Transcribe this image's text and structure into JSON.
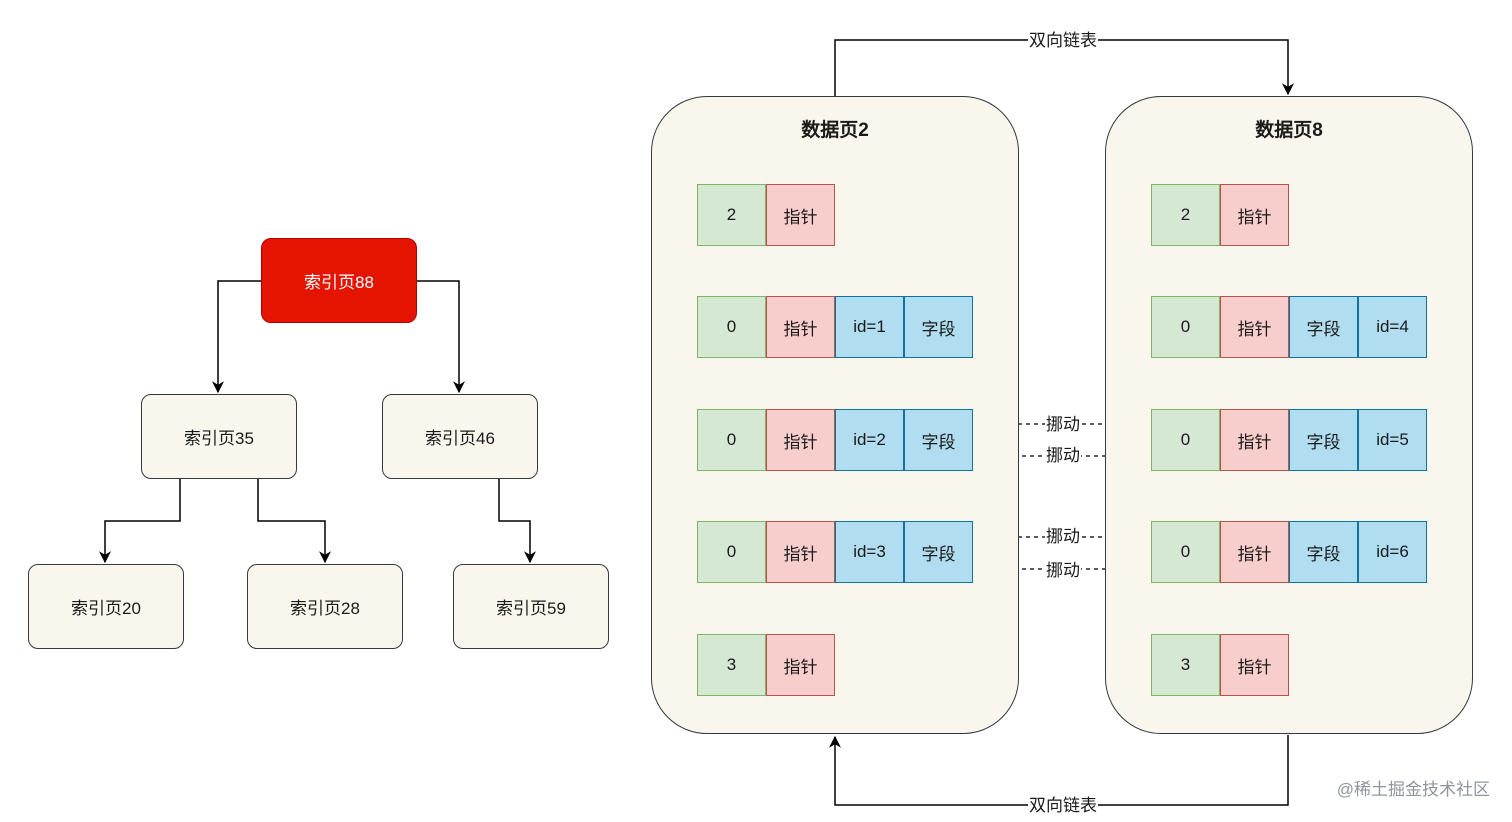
{
  "index_tree": {
    "root": "索引页88",
    "level1": [
      "索引页35",
      "索引页46"
    ],
    "leaves": [
      "索引页20",
      "索引页28",
      "索引页59"
    ]
  },
  "data_pages": [
    {
      "title": "数据页2",
      "records": [
        {
          "num": "2",
          "ptr": "指针",
          "a": "",
          "b": ""
        },
        {
          "num": "0",
          "ptr": "指针",
          "a": "id=1",
          "b": "字段"
        },
        {
          "num": "0",
          "ptr": "指针",
          "a": "id=2",
          "b": "字段"
        },
        {
          "num": "0",
          "ptr": "指针",
          "a": "id=3",
          "b": "字段"
        },
        {
          "num": "3",
          "ptr": "指针",
          "a": "",
          "b": ""
        }
      ]
    },
    {
      "title": "数据页8",
      "records": [
        {
          "num": "2",
          "ptr": "指针",
          "a": "",
          "b": ""
        },
        {
          "num": "0",
          "ptr": "指针",
          "a": "字段",
          "b": "id=4"
        },
        {
          "num": "0",
          "ptr": "指针",
          "a": "字段",
          "b": "id=5"
        },
        {
          "num": "0",
          "ptr": "指针",
          "a": "字段",
          "b": "id=6"
        },
        {
          "num": "3",
          "ptr": "指针",
          "a": "",
          "b": ""
        }
      ]
    }
  ],
  "links": {
    "top_label": "双向链表",
    "bottom_label": "双向链表",
    "move_labels": [
      "挪动",
      "挪动",
      "挪动",
      "挪动"
    ]
  },
  "watermark": "@稀土掘金技术社区"
}
